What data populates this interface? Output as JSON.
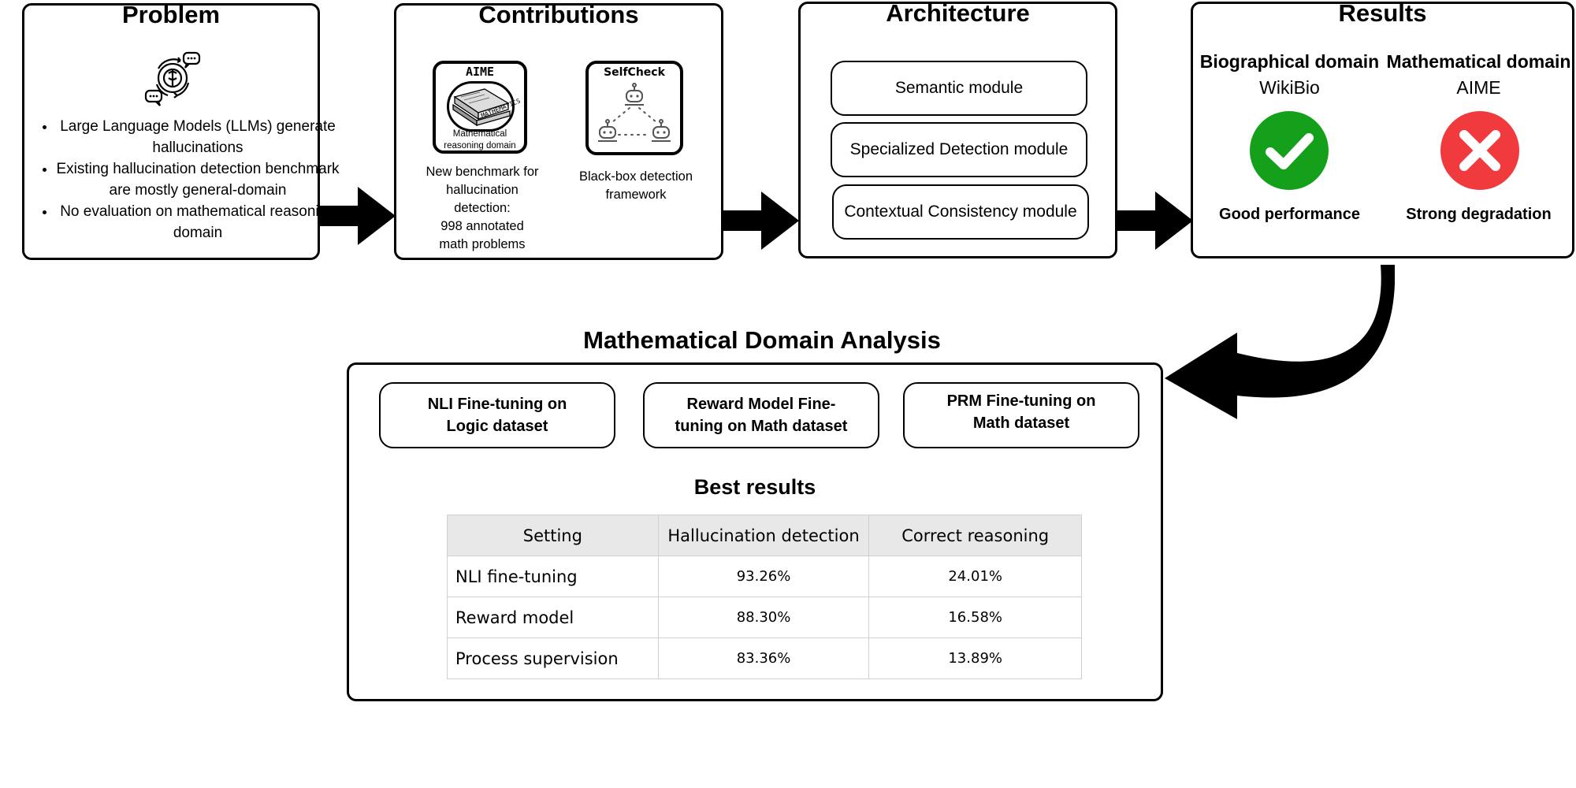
{
  "problem": {
    "title": "Problem",
    "icon": "brain-gear-chat-icon",
    "bullets": [
      "Large Language Models (LLMs) generate hallucinations",
      "Existing hallucination detection benchmark are mostly general-domain",
      "No evaluation on mathematical reasoning domain"
    ]
  },
  "contributions": {
    "title": "Contributions",
    "aime": {
      "logo_title": "AIME",
      "logo_book_text": "MATHEMATICS",
      "logo_subtitle": "Mathematical reasoning domain",
      "caption_lines": [
        "New benchmark for",
        "hallucination",
        "detection:",
        "998 annotated",
        "math problems"
      ]
    },
    "selfcheck": {
      "logo_title": "SelfCheck",
      "caption_lines": [
        "Black-box detection",
        "framework"
      ]
    }
  },
  "architecture": {
    "title": "Architecture",
    "modules": [
      "Semantic module",
      "Specialized Detection module",
      "Contextual Consistency module"
    ]
  },
  "results": {
    "title": "Results",
    "columns": [
      {
        "domain": "Biographical domain",
        "dataset": "WikiBio",
        "verdict": "Good performance",
        "icon": "check-icon",
        "color": "#14a01a"
      },
      {
        "domain": "Mathematical domain",
        "dataset": "AIME",
        "verdict": "Strong degradation",
        "icon": "cross-icon",
        "color": "#f13a3d"
      }
    ]
  },
  "analysis": {
    "title": "Mathematical Domain Analysis",
    "boxes": [
      [
        "NLI Fine-tuning on",
        "Logic dataset"
      ],
      [
        "Reward Model Fine-",
        "tuning on Math dataset"
      ],
      [
        "PRM Fine-tuning on",
        "Math dataset"
      ]
    ],
    "best_title": "Best results",
    "table": {
      "headers": [
        "Setting",
        "Hallucination detection",
        "Correct reasoning"
      ],
      "rows": [
        [
          "NLI fine-tuning",
          "93.26%",
          "24.01%"
        ],
        [
          "Reward model",
          "88.30%",
          "16.58%"
        ],
        [
          "Process supervision",
          "83.36%",
          "13.89%"
        ]
      ]
    }
  }
}
